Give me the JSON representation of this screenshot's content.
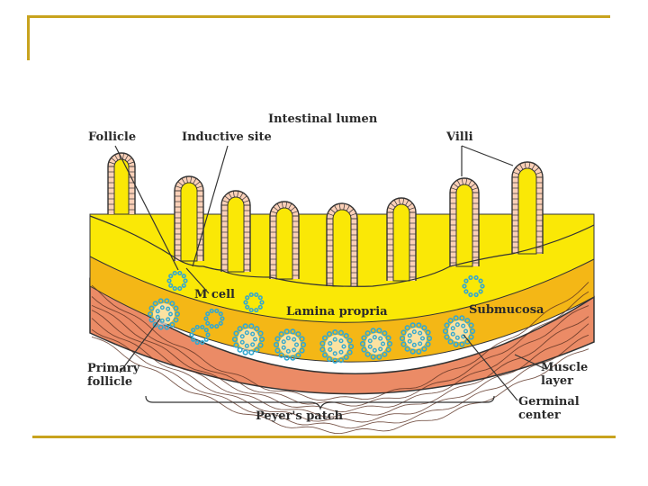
{
  "colors": {
    "frame": "#c8a31e",
    "lamina_propria": "#fae806",
    "submucosa": "#f4b716",
    "muscle": "#eb8b66",
    "epithelium_cell": "#fbd0b8",
    "lymphocyte": "#35a8cf",
    "outline": "#333333"
  },
  "labels": {
    "intestinal_lumen": "Intestinal lumen",
    "follicle": "Follicle",
    "inductive_site": "Inductive site",
    "villi": "Villi",
    "m_cell": "M cell",
    "lamina_propria": "Lamina propria",
    "submucosa": "Submucosa",
    "primary_follicle_line1": "Primary",
    "primary_follicle_line2": "follicle",
    "muscle_layer_line1": "Muscle",
    "muscle_layer_line2": "layer",
    "germinal_center_line1": "Germinal",
    "germinal_center_line2": "center",
    "peyers_patch": "Peyer's patch"
  }
}
